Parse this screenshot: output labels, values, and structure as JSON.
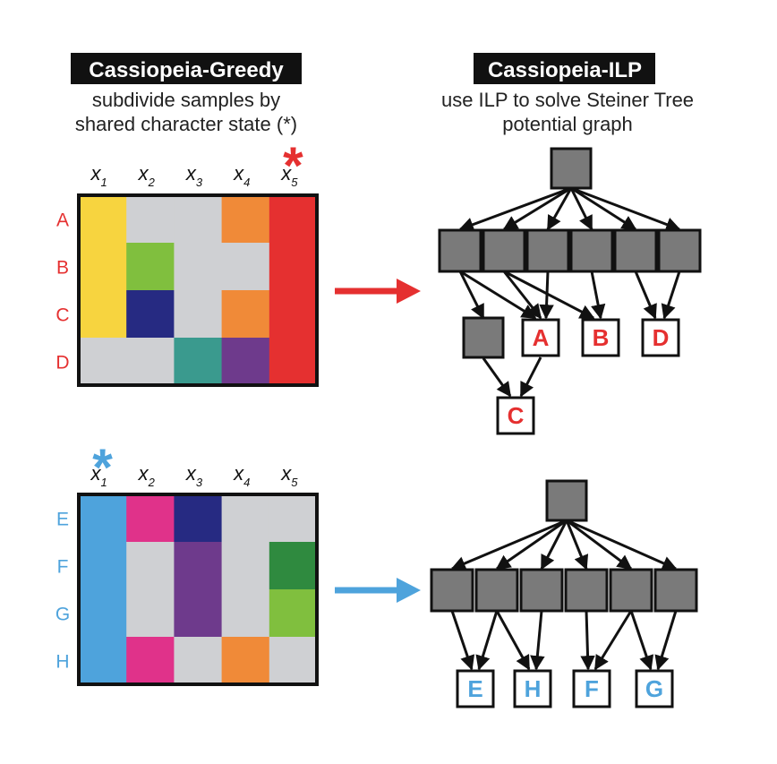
{
  "colors": {
    "red": "#e53030",
    "blue": "#4ea3dc",
    "node_gray": "#7a7a7a",
    "cell_gray": "#cfd0d3"
  },
  "greedy": {
    "title": "Cassiopeia-Greedy",
    "subtitle_line1": "subdivide samples by",
    "subtitle_line2": "shared character state (*)"
  },
  "ilp": {
    "title": "Cassiopeia-ILP",
    "subtitle_line1": "use ILP to solve Steiner Tree",
    "subtitle_line2": "potential graph"
  },
  "columns": [
    {
      "base": "x",
      "sub": "1"
    },
    {
      "base": "x",
      "sub": "2"
    },
    {
      "base": "x",
      "sub": "3"
    },
    {
      "base": "x",
      "sub": "4"
    },
    {
      "base": "x",
      "sub": "5"
    }
  ],
  "matrix_top": {
    "star": "*",
    "star_column": 5,
    "rows": [
      "A",
      "B",
      "C",
      "D"
    ],
    "cells": [
      [
        "#f7d43f",
        "#cfd0d3",
        "#cfd0d3",
        "#f08a38",
        "#e53030"
      ],
      [
        "#f7d43f",
        "#80bf3e",
        "#cfd0d3",
        "#cfd0d3",
        "#e53030"
      ],
      [
        "#f7d43f",
        "#262a82",
        "#cfd0d3",
        "#f08a38",
        "#e53030"
      ],
      [
        "#cfd0d3",
        "#cfd0d3",
        "#3a9a8e",
        "#6e3a8c",
        "#e53030"
      ]
    ]
  },
  "matrix_bottom": {
    "star": "*",
    "star_column": 1,
    "rows": [
      "E",
      "F",
      "G",
      "H"
    ],
    "cells": [
      [
        "#4ea3dc",
        "#e0328a",
        "#262a82",
        "#cfd0d3",
        "#cfd0d3"
      ],
      [
        "#4ea3dc",
        "#cfd0d3",
        "#6e3a8c",
        "#cfd0d3",
        "#2f8a3f"
      ],
      [
        "#4ea3dc",
        "#cfd0d3",
        "#6e3a8c",
        "#cfd0d3",
        "#80bf3e"
      ],
      [
        "#4ea3dc",
        "#e0328a",
        "#cfd0d3",
        "#f08a38",
        "#cfd0d3"
      ]
    ]
  },
  "tree_top": {
    "leaves": [
      "A",
      "B",
      "D",
      "C"
    ]
  },
  "tree_bottom": {
    "leaves": [
      "E",
      "H",
      "F",
      "G"
    ]
  }
}
